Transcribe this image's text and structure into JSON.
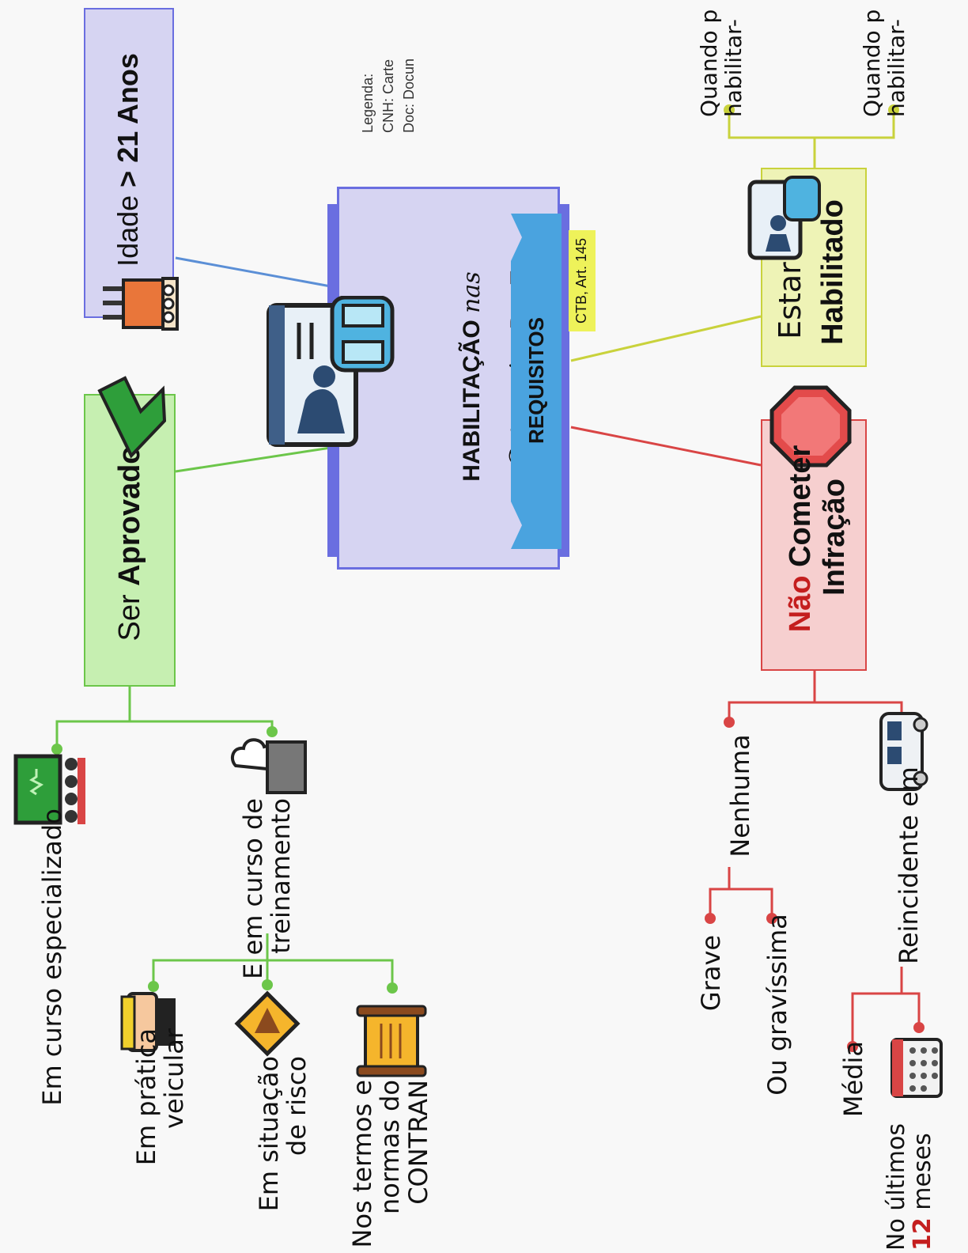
{
  "legend": {
    "title": "Legenda:",
    "line1": "CNH: Carte",
    "line2": "Doc: Docun"
  },
  "center": {
    "title_bold": "HABILITAÇÃO",
    "title_italic1": "nas",
    "title_italic2": "Categorias",
    "title_bold2": "D e E",
    "ribbon": "REQUISITOS",
    "tag": "CTB, Art. 145"
  },
  "idade": {
    "prefix": "Idade",
    "symbol": ">",
    "value": "21 Anos"
  },
  "aprovado": {
    "prefix": "Ser",
    "bold": "Aprovado",
    "curso_especializado": "Em curso especializado",
    "curso_treinamento_1": "E em curso de",
    "curso_treinamento_2": "treinamento",
    "pratica_1": "Em prática",
    "pratica_2": "veicular",
    "situacao_1": "Em situação",
    "situacao_2": "de risco",
    "termos_1": "Nos termos e",
    "termos_2": "normas do",
    "termos_3": "CONTRAN"
  },
  "habilitado": {
    "prefix": "Estar",
    "bold": "Habilitado",
    "quando1_a": "Quando p",
    "quando1_b": "habilitar-",
    "quando2_a": "Quando p",
    "quando2_b": "habilitar-"
  },
  "infracao": {
    "nao": "Não",
    "cometer": "Cometer",
    "infracao": "Infração",
    "nenhuma": "Nenhuma",
    "grave": "Grave",
    "gravissima": "Ou gravíssima",
    "reincidente": "Reincidente em",
    "media": "Média",
    "ultimos_1": "No últimos",
    "ultimos_num": "12",
    "ultimos_2": "meses"
  },
  "colors": {
    "green": "#6cc64a",
    "blue": "#5b8fd6",
    "yellow": "#c9d23c",
    "red": "#d94545",
    "center_fill": "#d6d4f2",
    "center_border": "#6a6ee0",
    "ribbon": "#4aa3df"
  }
}
